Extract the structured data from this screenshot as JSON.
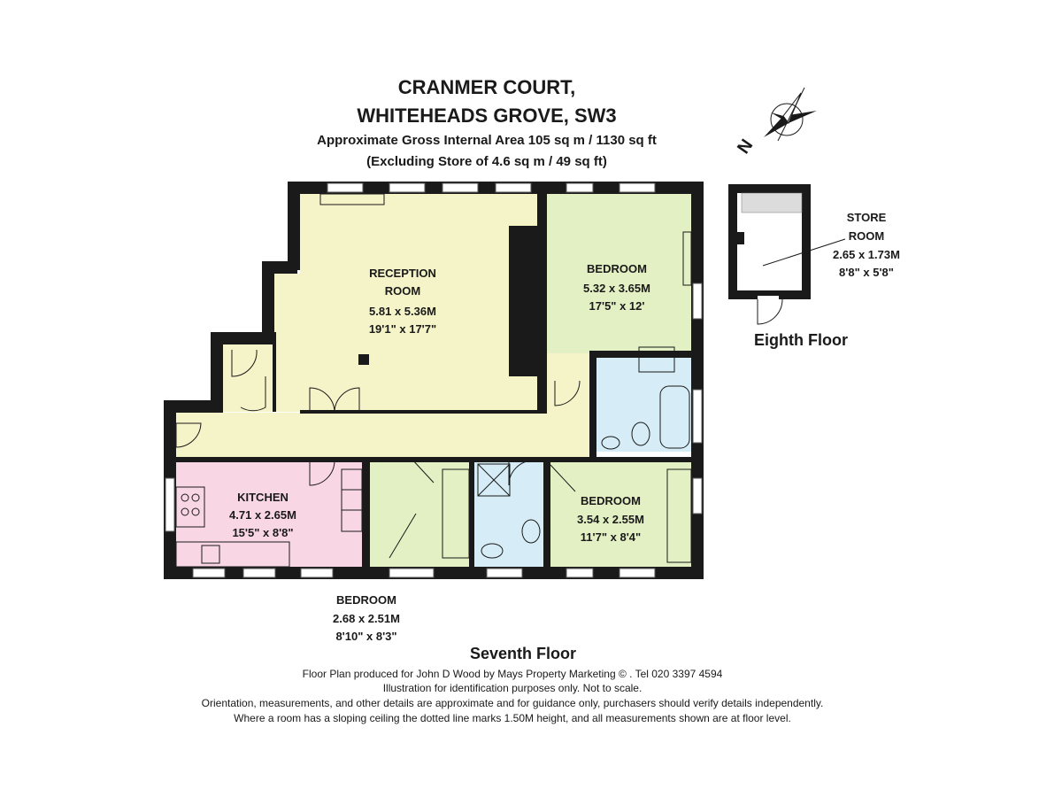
{
  "header": {
    "title_line1": "CRANMER COURT,",
    "title_line2": "WHITEHEADS GROVE, SW3",
    "area_line": "Approximate Gross Internal Area 105 sq m  /  1130 sq ft",
    "excluding_line": "(Excluding Store of 4.6 sq m / 49 sq ft)"
  },
  "compass": {
    "letter": "N",
    "icon": "north-arrow-icon"
  },
  "rooms": {
    "reception": {
      "name1": "RECEPTION",
      "name2": "ROOM",
      "metric": "5.81 x 5.36M",
      "imperial": "19'1\" x 17'7\""
    },
    "bedroom_main": {
      "name": "BEDROOM",
      "metric": "5.32 x 3.65M",
      "imperial": "17'5\" x 12'"
    },
    "kitchen": {
      "name": "KITCHEN",
      "metric": "4.71 x 2.65M",
      "imperial": "15'5\" x 8'8\""
    },
    "bedroom_small": {
      "name": "BEDROOM",
      "metric": "2.68 x 2.51M",
      "imperial": "8'10\" x 8'3\""
    },
    "bedroom_right": {
      "name": "BEDROOM",
      "metric": "3.54 x 2.55M",
      "imperial": "11'7\" x 8'4\""
    },
    "store": {
      "name1": "STORE",
      "name2": "ROOM",
      "metric": "2.65 x 1.73M",
      "imperial": "8'8\" x 5'8\""
    }
  },
  "floors": {
    "seventh": "Seventh Floor",
    "eighth": "Eighth Floor"
  },
  "footer": {
    "line1": "Floor Plan produced for John D Wood by Mays Property Marketing  © . Tel 020 3397 4594",
    "line2": "Illustration for identification purposes only. Not to scale.",
    "line3": "Orientation, measurements, and other details are approximate and for guidance only, purchasers should verify details independently.",
    "line4": "Where a room has a sloping ceiling the dotted line marks 1.50M height, and all measurements shown are at floor level."
  },
  "colors": {
    "reception": "#f5f3c8",
    "bedroom": "#e3f0c4",
    "kitchen": "#f8d6e4",
    "bathroom": "#d6ecf6",
    "hallway": "#f5f3c8",
    "wall": "#1a1a1a"
  }
}
